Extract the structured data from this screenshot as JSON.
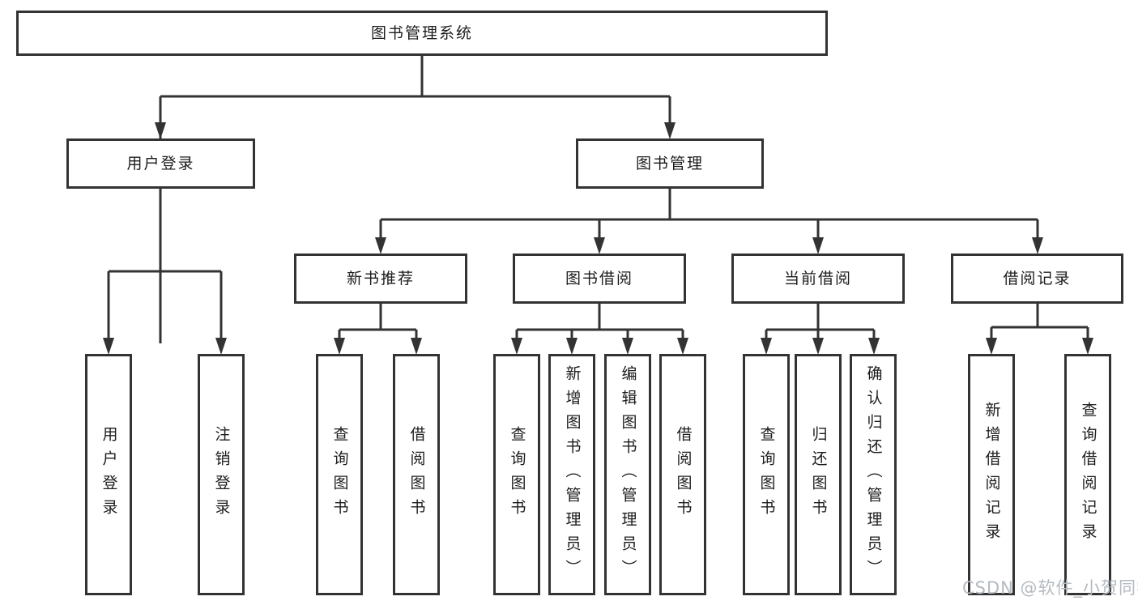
{
  "colors": {
    "line": "#333333",
    "box_border": "#333333",
    "box_bg": "#ffffff",
    "text": "#1c1c1c",
    "watermark": "#b4bac0",
    "background": "#ffffff"
  },
  "tree": {
    "label": "图书管理系统",
    "children": [
      {
        "label": "用户登录",
        "children": [
          {
            "label": "用户登录"
          },
          {
            "label": "注销登录"
          }
        ]
      },
      {
        "label": "图书管理",
        "children": [
          {
            "label": "新书推荐",
            "children": [
              {
                "label": "查询图书"
              },
              {
                "label": "借阅图书"
              }
            ]
          },
          {
            "label": "图书借阅",
            "children": [
              {
                "label": "查询图书"
              },
              {
                "label": "新增图书（管理员）"
              },
              {
                "label": "编辑图书（管理员）"
              },
              {
                "label": "借阅图书"
              }
            ]
          },
          {
            "label": "当前借阅",
            "children": [
              {
                "label": "查询图书"
              },
              {
                "label": "归还图书"
              },
              {
                "label": "确认归还（管理员）"
              }
            ]
          },
          {
            "label": "借阅记录",
            "children": [
              {
                "label": "新增借阅记录"
              },
              {
                "label": "查询借阅记录"
              }
            ]
          }
        ]
      }
    ]
  },
  "watermark": {
    "text": "CSDN @软件_小贺同学"
  }
}
